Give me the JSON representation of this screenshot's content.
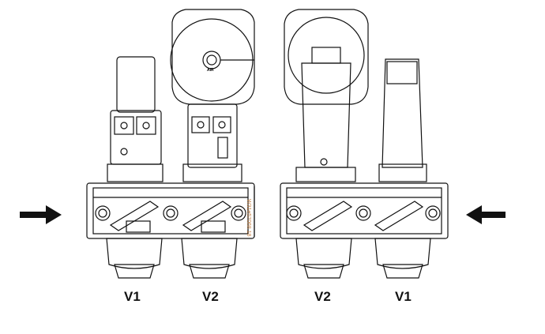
{
  "labels": {
    "left_v1": "V1",
    "left_v2": "V2",
    "right_v2": "V2",
    "right_v1": "V1"
  },
  "air_label": "AIR",
  "drawing_code": "W31e57068 18",
  "flow_arrows": {
    "left": "arrow-right",
    "right": "arrow-left"
  },
  "colors": {
    "line": "#111111",
    "code": "#c8864a"
  }
}
